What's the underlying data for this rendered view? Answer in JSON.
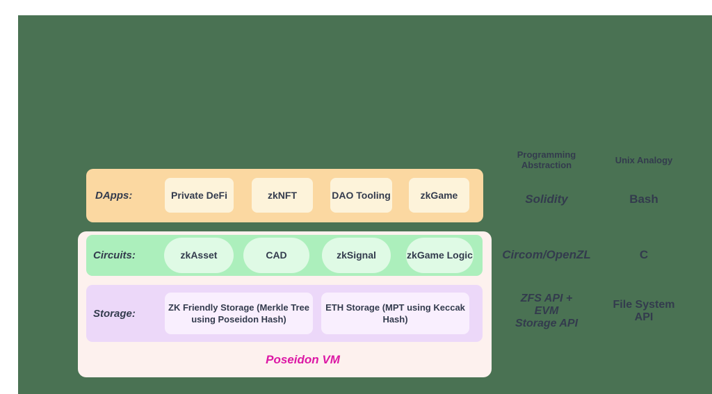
{
  "colors": {
    "page_background": "#ffffff",
    "slide_background": "#4A7253",
    "dapps_bar": "#FBD8A1",
    "dapps_box": "#FDF3DA",
    "circuits_bar": "#ACEFBC",
    "circuit_pill": "#DFFAE5",
    "storage_bar": "#ECD8F9",
    "storage_box": "#F9EFFE",
    "vm_container": "#FDF1EE",
    "vm_label_text": "#DC18A5",
    "dark_text": "#333B4D"
  },
  "diagram": {
    "dapps": {
      "label": "DApps:",
      "items": [
        "Private DeFi",
        "zkNFT",
        "DAO Tooling",
        "zkGame"
      ]
    },
    "circuits": {
      "label": "Circuits:",
      "items": [
        "zkAsset",
        "CAD",
        "zkSignal",
        "zkGame Logic"
      ]
    },
    "storage": {
      "label": "Storage:",
      "items": [
        "ZK Friendly Storage (Merkle Tree using Poseidon Hash)",
        "ETH Storage (MPT using Keccak Hash)"
      ]
    },
    "vm_label": "Poseidon VM"
  },
  "table": {
    "columns": [
      {
        "header": "Programming Abstraction"
      },
      {
        "header": "Unix Analogy"
      }
    ],
    "rows": [
      {
        "programming": "Solidity",
        "unix": "Bash"
      },
      {
        "programming": "Circom/OpenZL",
        "unix": "C"
      },
      {
        "programming": "ZFS API + EVM Storage API",
        "unix": "File System API"
      }
    ]
  }
}
